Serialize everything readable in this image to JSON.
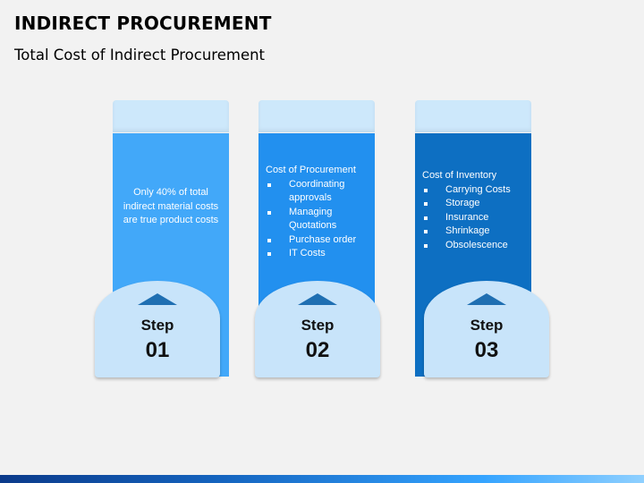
{
  "title": "INDIRECT PROCUREMENT",
  "subtitle": "Total Cost of Indirect Procurement",
  "colors": {
    "step1": "#42a8f9",
    "step2": "#2290ef",
    "step3": "#0d6fc2",
    "cap": "#cde8fb",
    "badge": "#c8e4fa",
    "arrow": "#1f6fb2"
  },
  "steps": [
    {
      "step_label": "Step",
      "number": "01",
      "text": "Only 40% of total indirect material costs are true product costs"
    },
    {
      "step_label": "Step",
      "number": "02",
      "heading": "Cost of Procurement",
      "bullets": [
        "Coordinating approvals",
        "Managing Quotations",
        "Purchase order",
        "IT Costs"
      ]
    },
    {
      "step_label": "Step",
      "number": "03",
      "heading": "Cost of Inventory",
      "bullets": [
        "Carrying Costs",
        "Storage",
        "Insurance",
        "Shrinkage",
        "Obsolescence"
      ]
    }
  ]
}
